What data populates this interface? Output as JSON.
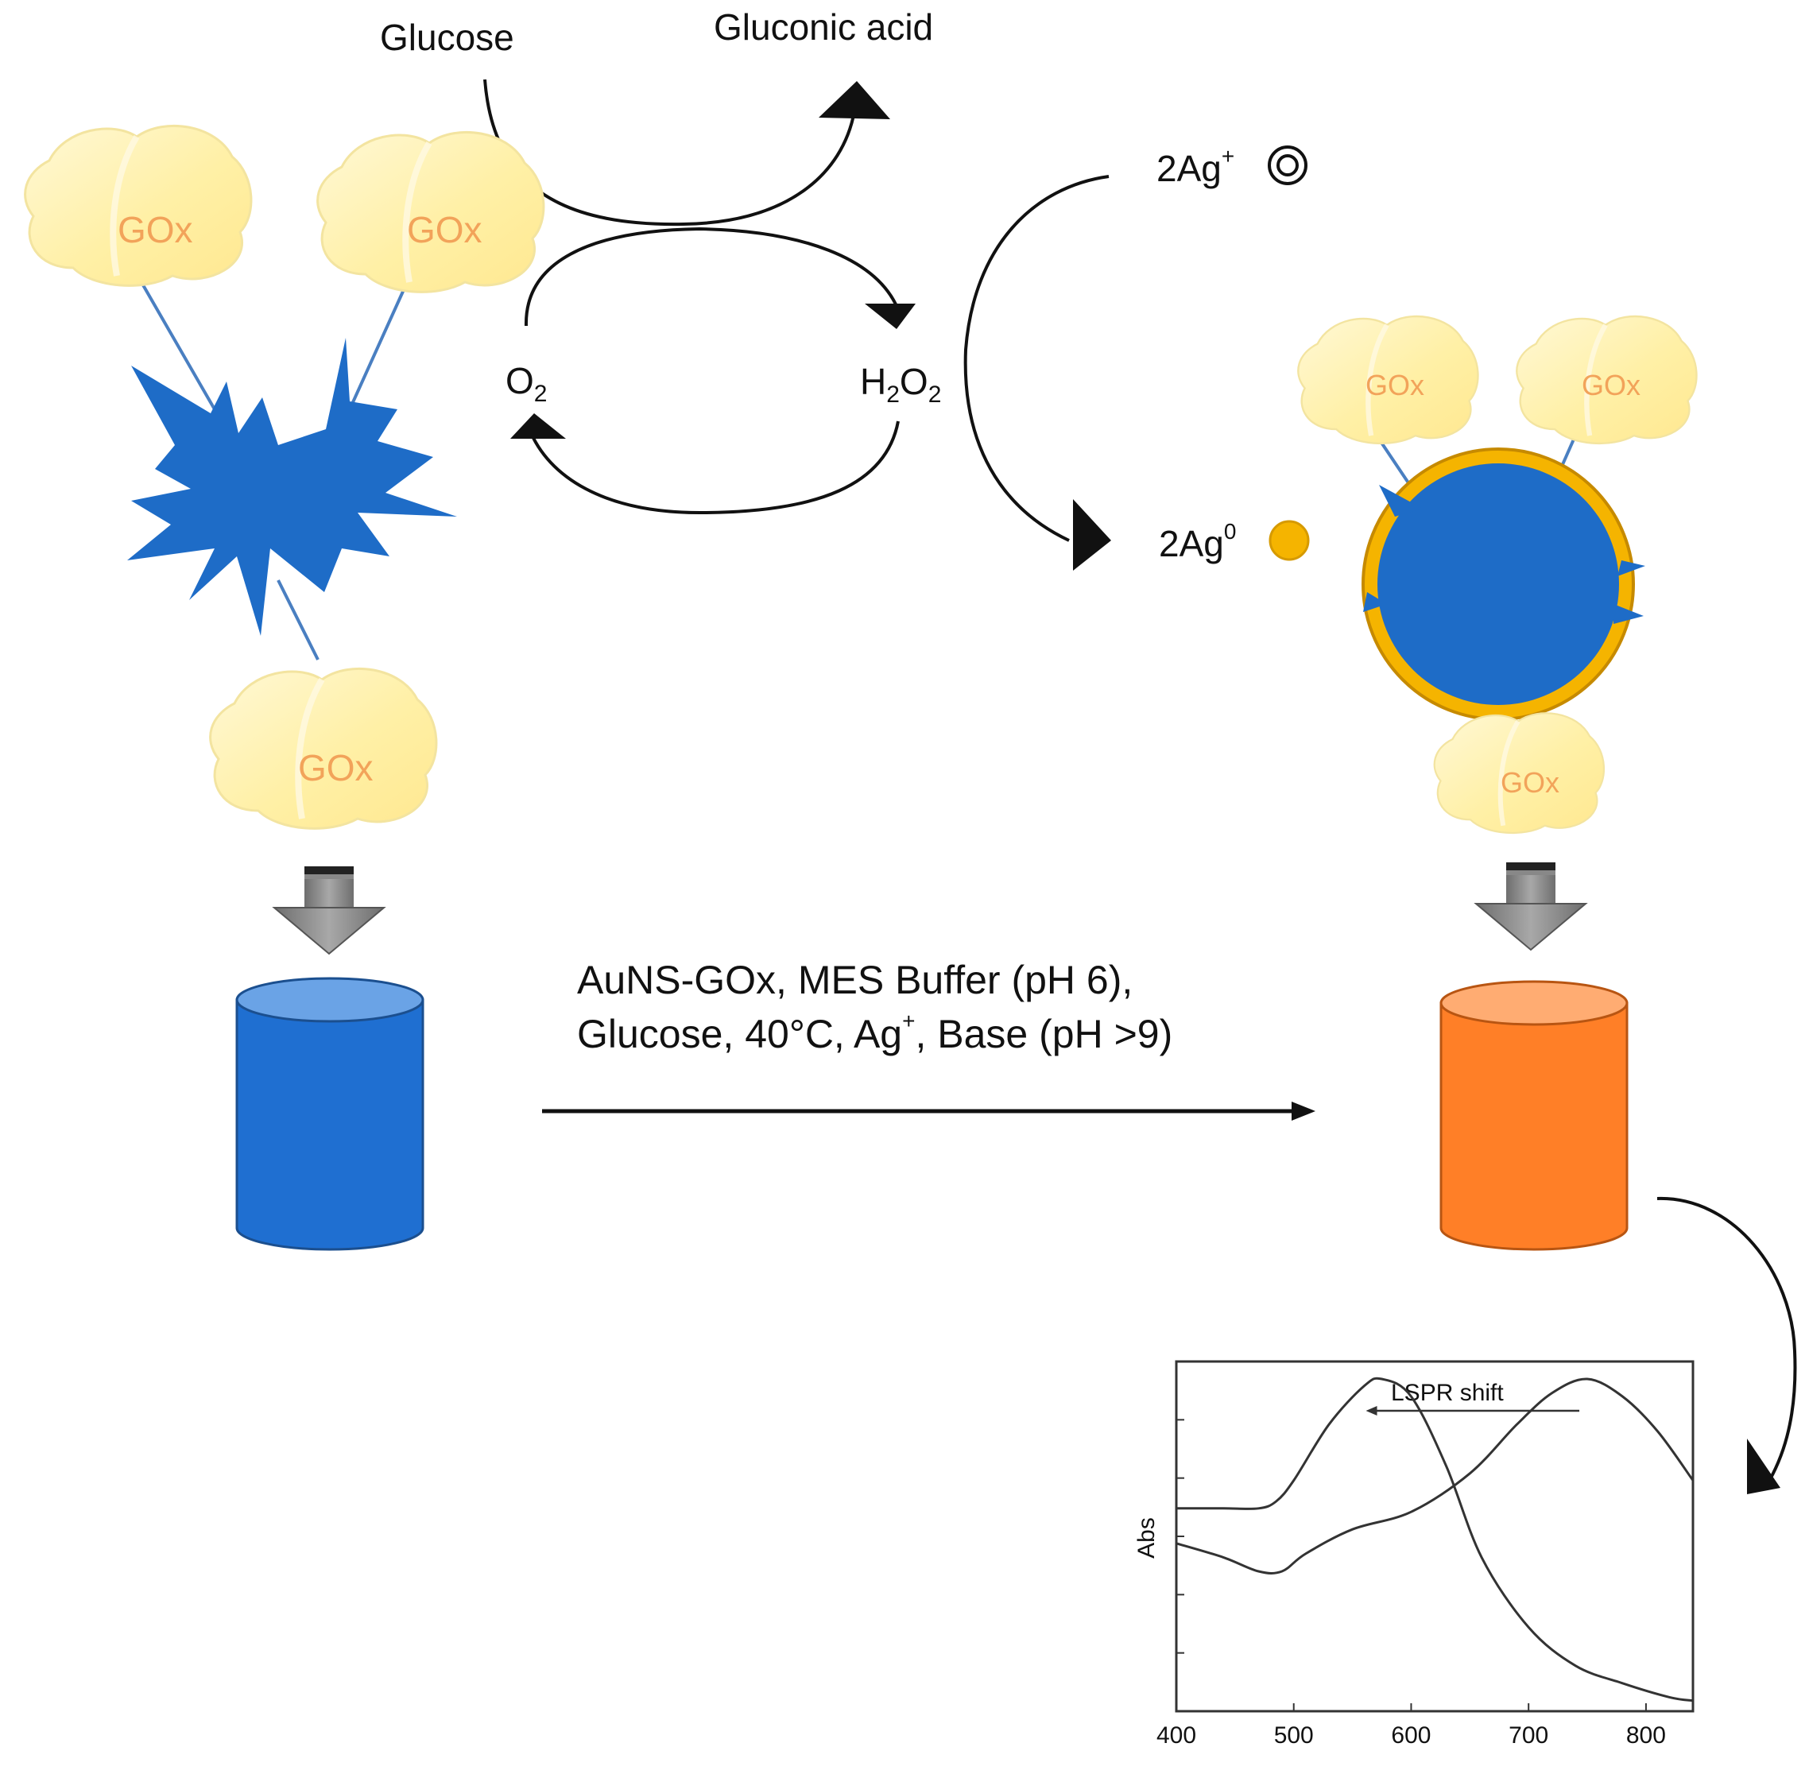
{
  "cycle": {
    "glucose": "Glucose",
    "gluconic_acid": "Gluconic acid",
    "o2_main": "O",
    "o2_sub": "2",
    "h2o2_h": "H",
    "h2o2_sub1": "2",
    "h2o2_o": "O",
    "h2o2_sub2": "2"
  },
  "silver": {
    "ag_plus_main": "2Ag",
    "ag_plus_sup": "+",
    "ag_zero_main": "2Ag",
    "ag_zero_sup": "0"
  },
  "enzyme_label": "GOx",
  "conditions": {
    "line1": "AuNS-GOx, MES Buffer (pH 6),",
    "line2_a": "Glucose, 40°C, Ag",
    "line2_sup": "+",
    "line2_b": ", Base (pH >9)"
  },
  "colors": {
    "star_blue": "#1e6cc7",
    "shell_gold": "#f5b400",
    "vial_blue": "#1f6fd1",
    "vial_orange": "#ff7f27",
    "gox_blob": "#fff0a8",
    "arrow_gray": "#8a8a8a"
  },
  "chart_data": {
    "type": "line",
    "title": "LSPR  shift",
    "ylabel": "Abs",
    "xlabel": "",
    "xlim": [
      400,
      840
    ],
    "x_ticks": [
      "400",
      "500",
      "600",
      "700",
      "800"
    ],
    "y_ticks_labeled": false,
    "series": [
      {
        "peak_nm": 575,
        "x": [
          400,
          440,
          470,
          485,
          500,
          530,
          560,
          575,
          600,
          630,
          660,
          700,
          740,
          780,
          820,
          840
        ],
        "y": [
          0.58,
          0.58,
          0.58,
          0.6,
          0.66,
          0.82,
          0.93,
          0.95,
          0.9,
          0.7,
          0.44,
          0.24,
          0.13,
          0.08,
          0.04,
          0.03
        ]
      },
      {
        "peak_nm": 750,
        "x": [
          400,
          440,
          470,
          490,
          510,
          550,
          600,
          650,
          690,
          720,
          750,
          780,
          810,
          840
        ],
        "y": [
          0.48,
          0.44,
          0.4,
          0.4,
          0.45,
          0.52,
          0.57,
          0.68,
          0.82,
          0.91,
          0.95,
          0.9,
          0.8,
          0.66
        ]
      }
    ],
    "annotation": "LSPR  shift",
    "annotation_arrow_from_nm": 750,
    "annotation_arrow_to_nm": 575
  }
}
